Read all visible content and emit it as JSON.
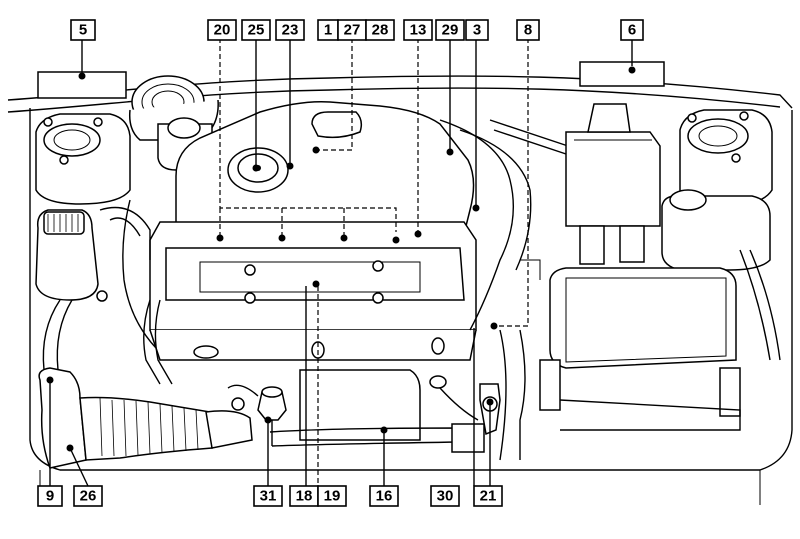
{
  "diagram": {
    "labels_top": [
      "5",
      "20",
      "25",
      "23",
      "1",
      "27",
      "28",
      "13",
      "29",
      "3",
      "8",
      "6"
    ],
    "labels_bottom": [
      "9",
      "26",
      "31",
      "18",
      "19",
      "16",
      "30",
      "21"
    ],
    "colors": {
      "ink": "#000000",
      "paper": "#ffffff"
    }
  }
}
